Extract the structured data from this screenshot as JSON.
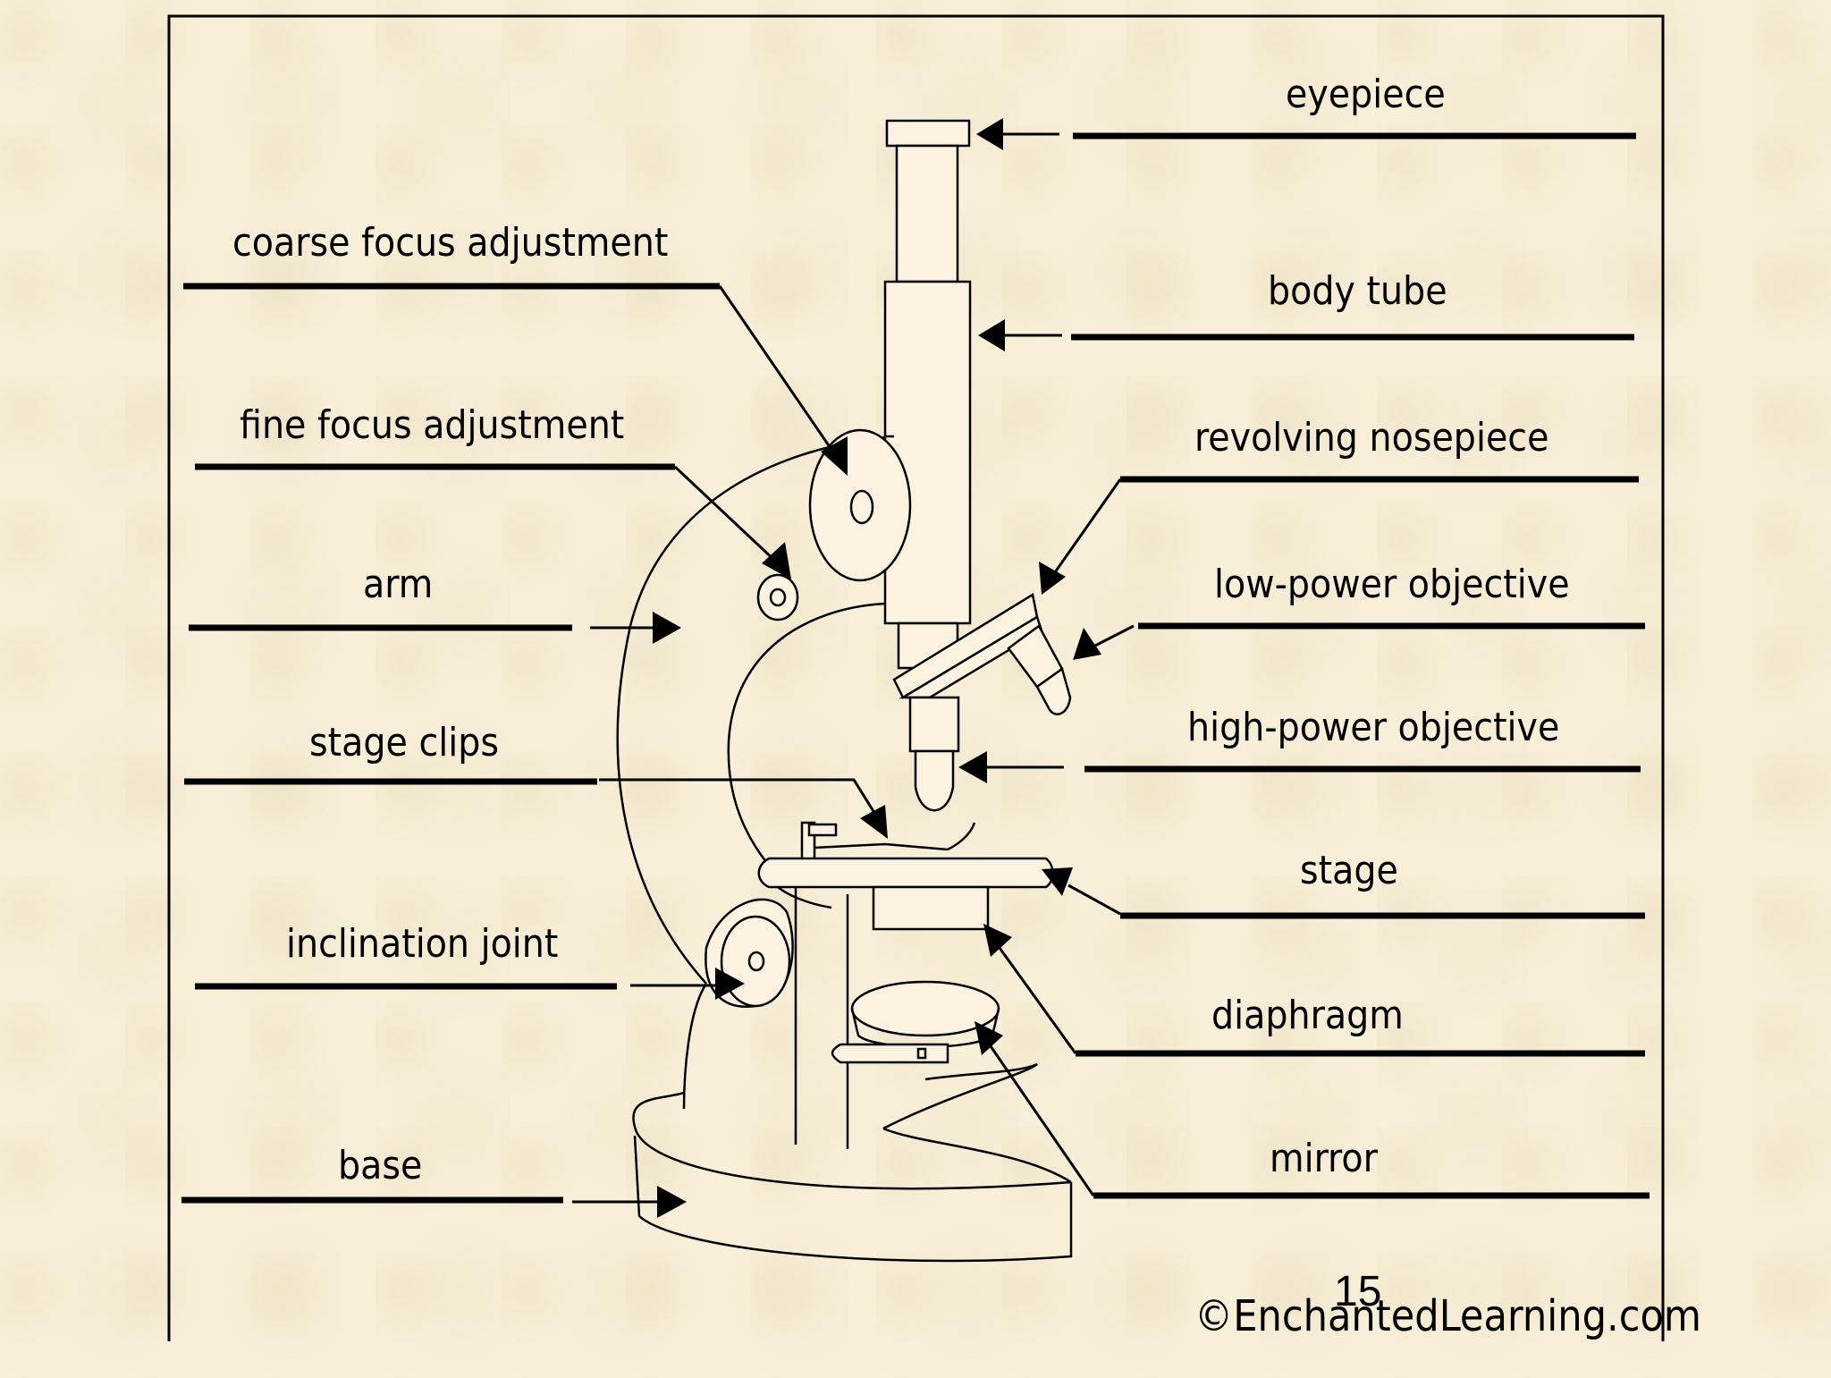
{
  "labels": {
    "eyepiece": "eyepiece",
    "coarse_focus": "coarse focus adjustment",
    "body_tube": "body tube",
    "fine_focus": "fine focus adjustment",
    "revolving_nosepiece": "revolving nosepiece",
    "arm": "arm",
    "low_power": "low-power objective",
    "stage_clips": "stage clips",
    "high_power": "high-power objective",
    "stage": "stage",
    "inclination_joint": "inclination joint",
    "diaphragm": "diaphragm",
    "base": "base",
    "mirror": "mirror"
  },
  "credit": "©EnchantedLearning.com",
  "slide_number": "15"
}
